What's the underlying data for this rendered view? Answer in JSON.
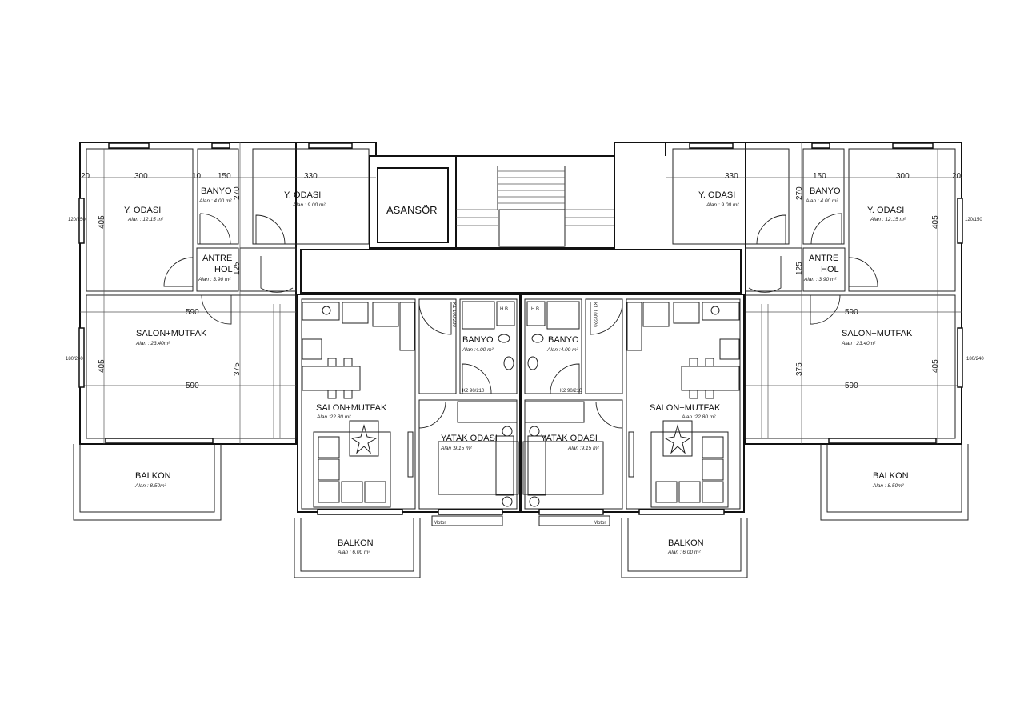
{
  "left_unit": {
    "bedroom_large": {
      "name": "Y. ODASI",
      "area": "Alan :  12.15 m²"
    },
    "bathroom": {
      "name": "BANYO",
      "area": "Alan :  4.00 m²"
    },
    "bedroom_small": {
      "name": "Y. ODASI",
      "area": "Alan : 9.00 m²"
    },
    "hall": {
      "name1": "ANTRE",
      "name2": "HOL",
      "area": "Alan :  3.90 m²"
    },
    "living": {
      "name": "SALON+MUTFAK",
      "area": "Alan :  23.40m²"
    },
    "balcony": {
      "name": "BALKON",
      "area": "Alan :  8.50m²"
    }
  },
  "right_unit": {
    "bedroom_large": {
      "name": "Y. ODASI",
      "area": "Alan :  12.15 m²"
    },
    "bathroom": {
      "name": "BANYO",
      "area": "Alan :  4.00 m²"
    },
    "bedroom_small": {
      "name": "Y. ODASI",
      "area": "Alan : 9.00 m²"
    },
    "hall": {
      "name1": "ANTRE",
      "name2": "HOL",
      "area": "Alan :  3.90 m²"
    },
    "living": {
      "name": "SALON+MUTFAK",
      "area": "Alan :  23.40m²"
    },
    "balcony": {
      "name": "BALKON",
      "area": "Alan :  8.50m²"
    }
  },
  "center_left_unit": {
    "living": {
      "name": "SALON+MUTFAK",
      "area": "Alan :22.80 m²"
    },
    "bathroom": {
      "name": "BANYO",
      "area": "Alan :4.00 m²"
    },
    "bedroom": {
      "name": "YATAK ODASI",
      "area": "Alan :9.15 m²"
    },
    "balcony": {
      "name": "BALKON",
      "area": "Alan :  6.00 m²"
    }
  },
  "center_right_unit": {
    "living": {
      "name": "SALON+MUTFAK",
      "area": "Alan :22.80 m²"
    },
    "bathroom": {
      "name": "BANYO",
      "area": "Alan :4.00 m²"
    },
    "bedroom": {
      "name": "YATAK ODASI",
      "area": "Alan :9.15 m²"
    },
    "balcony": {
      "name": "BALKON",
      "area": "Alan :  6.00 m²"
    }
  },
  "core": {
    "elevator": "ASANSÖR"
  },
  "dimensions": {
    "d300": "300",
    "d150": "150",
    "d330": "330",
    "d405": "405",
    "d270": "270",
    "d125": "125",
    "d590": "590",
    "d375": "375",
    "d20": "20",
    "d10": "10"
  },
  "window_tags": {
    "side_bedroom": "120/150",
    "side_living": "180/240"
  },
  "door_tags": {
    "entry": "K1 100/220",
    "interior": "K2 90/210",
    "shaft": "H.B.",
    "motor": "Motor"
  }
}
